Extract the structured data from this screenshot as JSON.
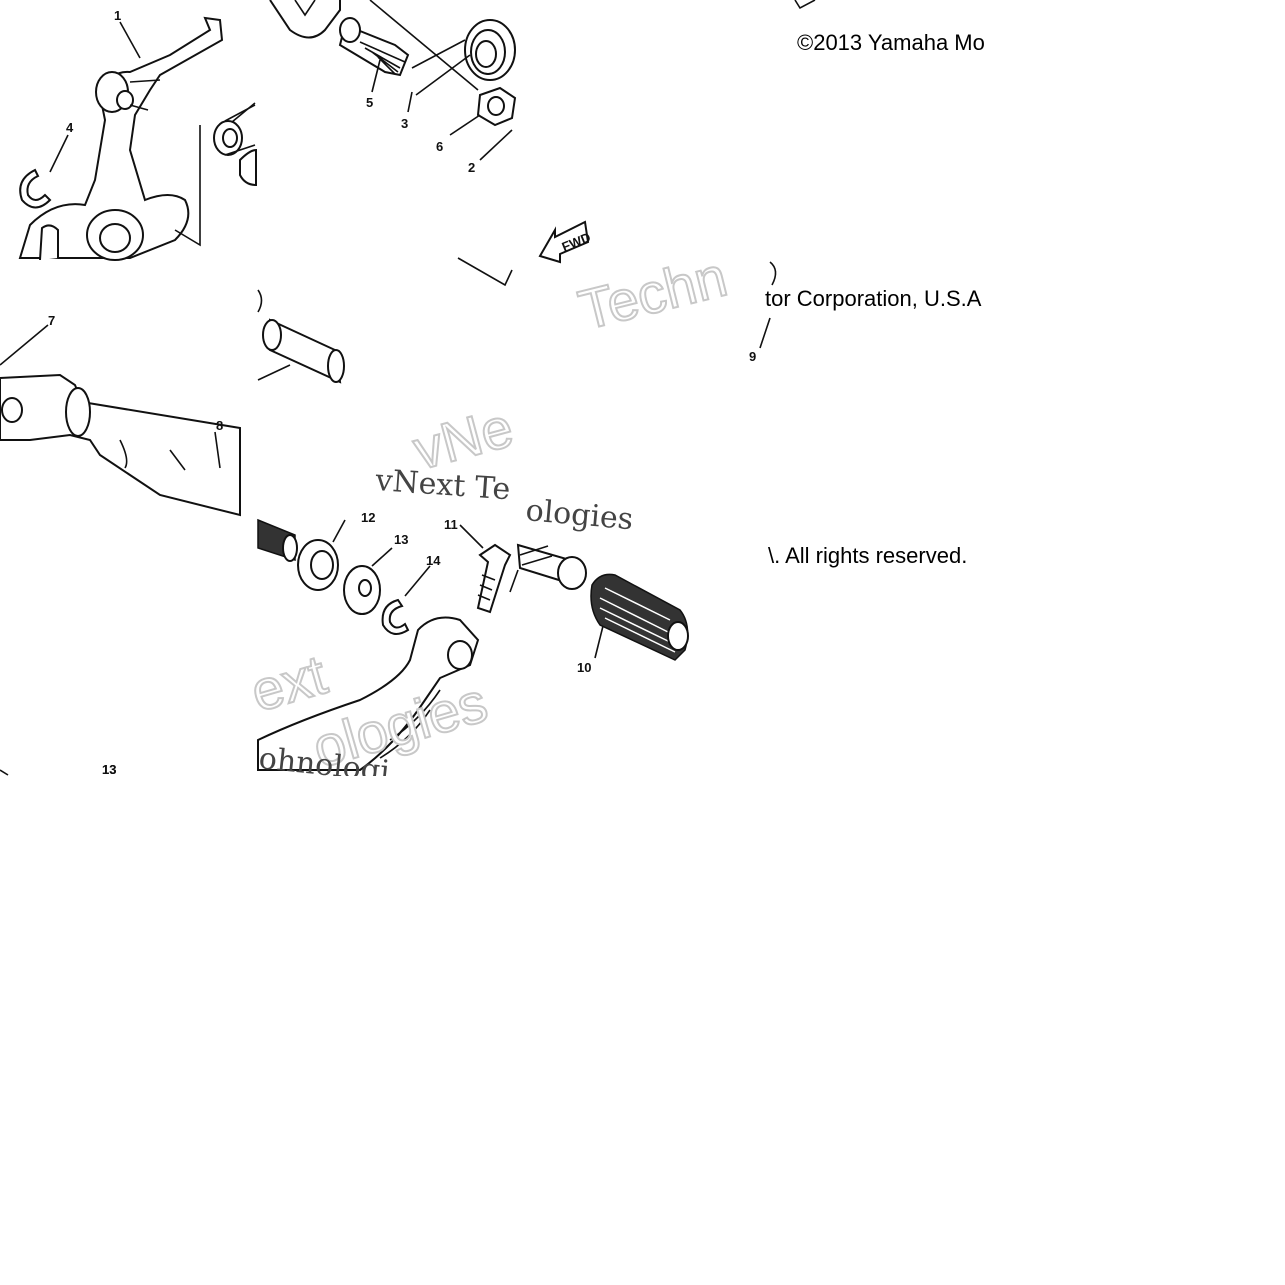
{
  "copyright": {
    "line1": "©2013 Yamaha Mo",
    "line2": "tor Corporation, U.S.A",
    "line3": "\\. All rights reserved."
  },
  "watermarks": {
    "w1": "Techn",
    "w2": "vNe",
    "w3": "vNext Te",
    "w4": "ologies",
    "w5": "ext",
    "w6": "ologies",
    "w7": "ohnologi"
  },
  "fwd_arrow": "FWD",
  "callouts": {
    "c1": "1",
    "c2": "2",
    "c3": "3",
    "c4": "4",
    "c5": "5",
    "c6": "6",
    "c7": "7",
    "c8": "8",
    "c9": "9",
    "c10": "10",
    "c11": "11",
    "c12": "12",
    "c13": "13",
    "c14": "14",
    "c13b": "13"
  }
}
